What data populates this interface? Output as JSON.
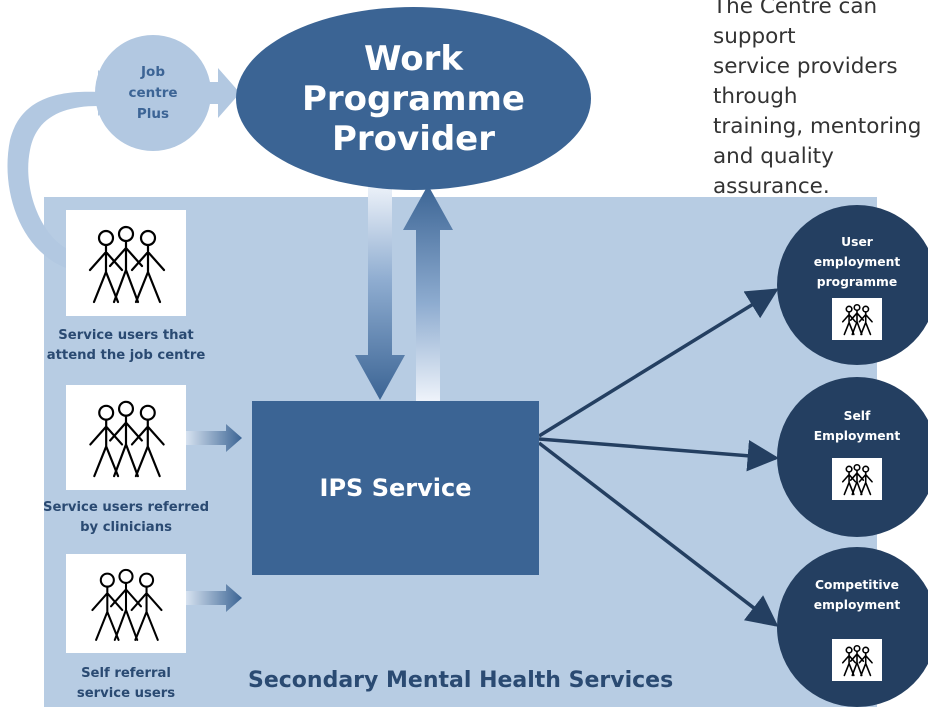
{
  "top_text": "The Centre can support\nservice providers through\ntraining, mentoring and quality\nassurance.",
  "work_programme": {
    "line1": "Work",
    "line2": "Programme",
    "line3": "Provider"
  },
  "job_centre": {
    "line1": "Job",
    "line2": "centre",
    "line3": "Plus"
  },
  "ips_service": "IPS Service",
  "panel_title": "Secondary Mental Health Services",
  "sources": [
    {
      "line1": "Service users that",
      "line2": "attend the job centre"
    },
    {
      "line1": "Service users referred",
      "line2": "by clinicians"
    },
    {
      "line1": "Self referral",
      "line2": "service users"
    }
  ],
  "outcomes": [
    {
      "line1": "User",
      "line2": "employment",
      "line3": "programme"
    },
    {
      "line1": "Self",
      "line2": "Employment"
    },
    {
      "line1": "Competitive",
      "line2": "employment"
    }
  ],
  "colors": {
    "dark_blue": "#3b6494",
    "navy": "#243f61",
    "panel": "#b7cce3",
    "light_arrow": "#c9d8ea"
  }
}
